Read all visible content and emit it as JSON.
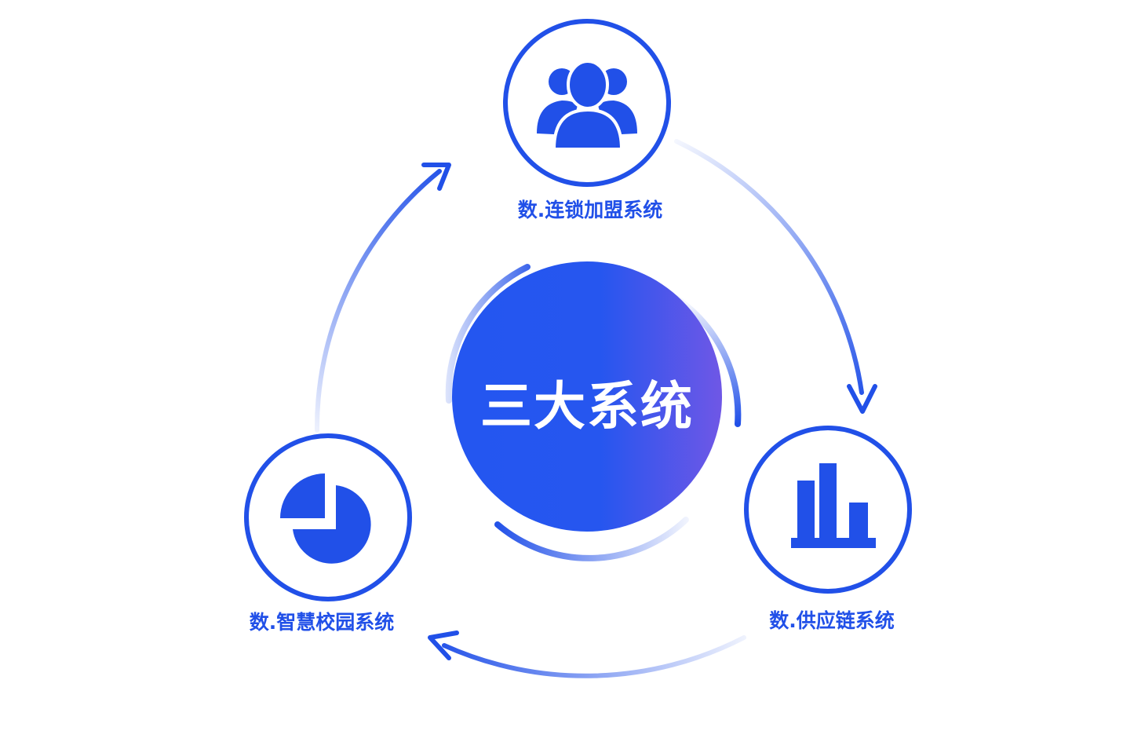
{
  "center": {
    "title": "三大系统"
  },
  "nodes": [
    {
      "id": "franchise",
      "label": "数.连锁加盟系统",
      "icon": "users-icon"
    },
    {
      "id": "supply-chain",
      "label": "数.供应链系统",
      "icon": "bar-chart-icon"
    },
    {
      "id": "smart-campus",
      "label": "数.智慧校园系统",
      "icon": "pie-chart-icon"
    }
  ],
  "colors": {
    "primary": "#2150e8",
    "gradient_start": "#2456f0",
    "gradient_end": "#7257e8",
    "arrow_faint": "#e6eafd"
  }
}
